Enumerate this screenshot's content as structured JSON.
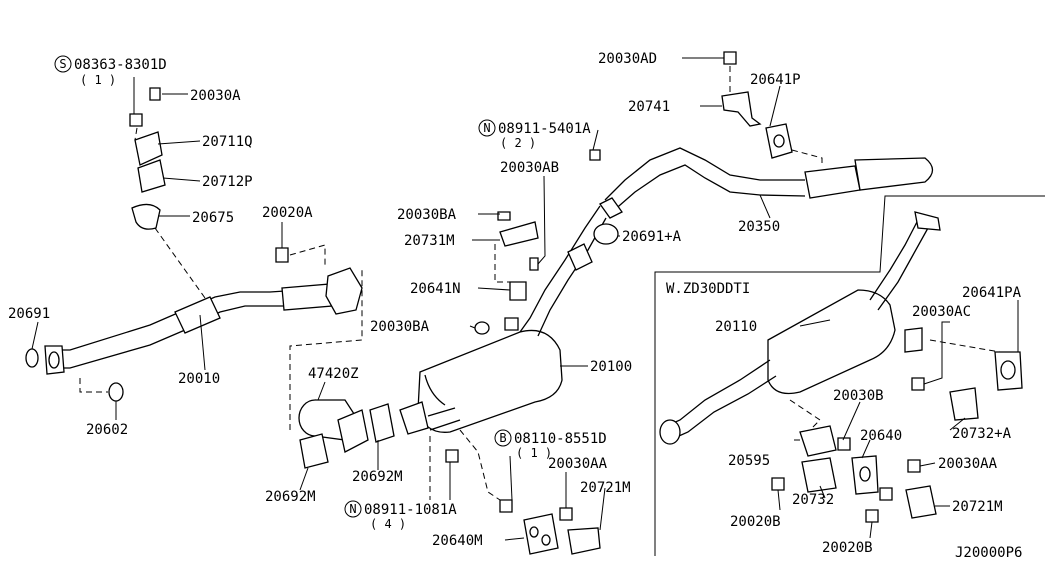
{
  "diagram": {
    "callouts": {
      "c1": "08363-8301D",
      "c1q": "( 1 )",
      "c2": "20030A",
      "c3": "20711Q",
      "c4": "20712P",
      "c5": "20675",
      "c6": "20020A",
      "c7": "20691",
      "c8": "20010",
      "c9": "20602",
      "c10": "47420Z",
      "c11": "20692M",
      "c12": "20692M",
      "c13": "08911-1081A",
      "c13q": "( 4 )",
      "c14": "20030BA",
      "c15": "20731M",
      "c16": "20641N",
      "c17": "20030BA",
      "c18": "20030AB",
      "c19": "08911-5401A",
      "c19q": "( 2 )",
      "c20": "20691+A",
      "c21": "20100",
      "c22": "08110-8551D",
      "c22q": "( 1 )",
      "c23": "20030AA",
      "c24": "20721M",
      "c25": "20640M",
      "c26": "20030AD",
      "c27": "20641P",
      "c28": "20741",
      "c29": "20350"
    },
    "inset": {
      "title": "W.ZD30DDTI",
      "l1": "20110",
      "l2": "20030AC",
      "l3": "20641PA",
      "l4": "20030B",
      "l5": "20732+A",
      "l6": "20595",
      "l7": "20640",
      "l8": "20030AA",
      "l9": "20732",
      "l10": "20721M",
      "l11": "20020B",
      "l12": "20020B"
    },
    "reference": "J20000P6",
    "badges": {
      "s": "S",
      "n": "N",
      "b": "B"
    }
  }
}
